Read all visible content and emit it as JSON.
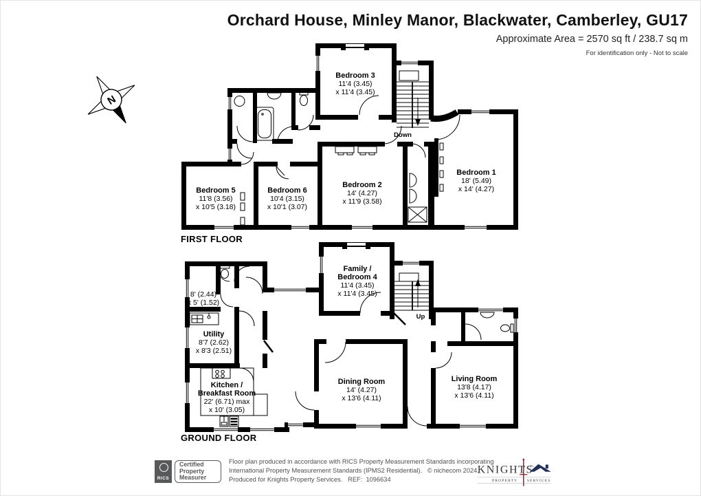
{
  "header": {
    "title": "Orchard House, Minley Manor, Blackwater, Camberley, GU17",
    "area_line": "Approximate Area = 2570 sq ft / 238.7 sq m",
    "note_line": "For identification only - Not to scale"
  },
  "compass": {
    "north_label": "N"
  },
  "first_floor": {
    "label": "FIRST FLOOR",
    "stairs_label": "Down",
    "rooms": {
      "bedroom3": {
        "name": "Bedroom 3",
        "dim1": "11'4 (3.45)",
        "dim2": "x 11'4 (3.45)"
      },
      "bedroom1": {
        "name": "Bedroom 1",
        "dim1": "18' (5.49)",
        "dim2": "x 14' (4.27)"
      },
      "bedroom5": {
        "name": "Bedroom 5",
        "dim1": "11'8 (3.56)",
        "dim2": "x 10'5 (3.18)"
      },
      "bedroom6": {
        "name": "Bedroom 6",
        "dim1": "10'4 (3.15)",
        "dim2": "x 10'1 (3.07)"
      },
      "bedroom2": {
        "name": "Bedroom 2",
        "dim1": "14' (4.27)",
        "dim2": "x 11'9 (3.58)"
      }
    }
  },
  "ground_floor": {
    "label": "GROUND FLOOR",
    "stairs_label": "Up",
    "rooms": {
      "family_bedroom4": {
        "name1": "Family /",
        "name2": "Bedroom 4",
        "dim1": "11'4 (3.45)",
        "dim2": "x 11'4 (3.45)"
      },
      "cloakroom": {
        "dim1": "8' (2.44)",
        "dim2": "x 5' (1.52)"
      },
      "utility": {
        "name": "Utility",
        "dim1": "8'7 (2.62)",
        "dim2": "x 8'3 (2.51)"
      },
      "kitchen": {
        "name1": "Kitchen /",
        "name2": "Breakfast Room",
        "dim1": "22' (6.71) max",
        "dim2": "x 10' (3.05)"
      },
      "dining": {
        "name": "Dining Room",
        "dim1": "14' (4.27)",
        "dim2": "x 13'6 (4.11)"
      },
      "living": {
        "name": "Living Room",
        "dim1": "13'8 (4.17)",
        "dim2": "x 13'6 (4.11)"
      }
    }
  },
  "footer": {
    "rics": {
      "brand": "RICS",
      "line1": "Certified",
      "line2": "Property",
      "line3": "Measurer"
    },
    "disclaimer": {
      "line1": "Floor plan produced in accordance with RICS Property Measurement Standards incorporating",
      "line2": "International Property Measurement Standards (IPMS2 Residential).   © nichecom 2024.",
      "line3": "Produced for Knights Property Services.   REF:  1096634"
    },
    "knights": {
      "name": "KNIGHTS",
      "sub_left": "PROPERTY",
      "sub_right": "SERVICES"
    }
  },
  "colors": {
    "wall": "#000000",
    "footer_gray": "#58595b",
    "knights_navy": "#23305a",
    "knights_red": "#7d2128"
  }
}
